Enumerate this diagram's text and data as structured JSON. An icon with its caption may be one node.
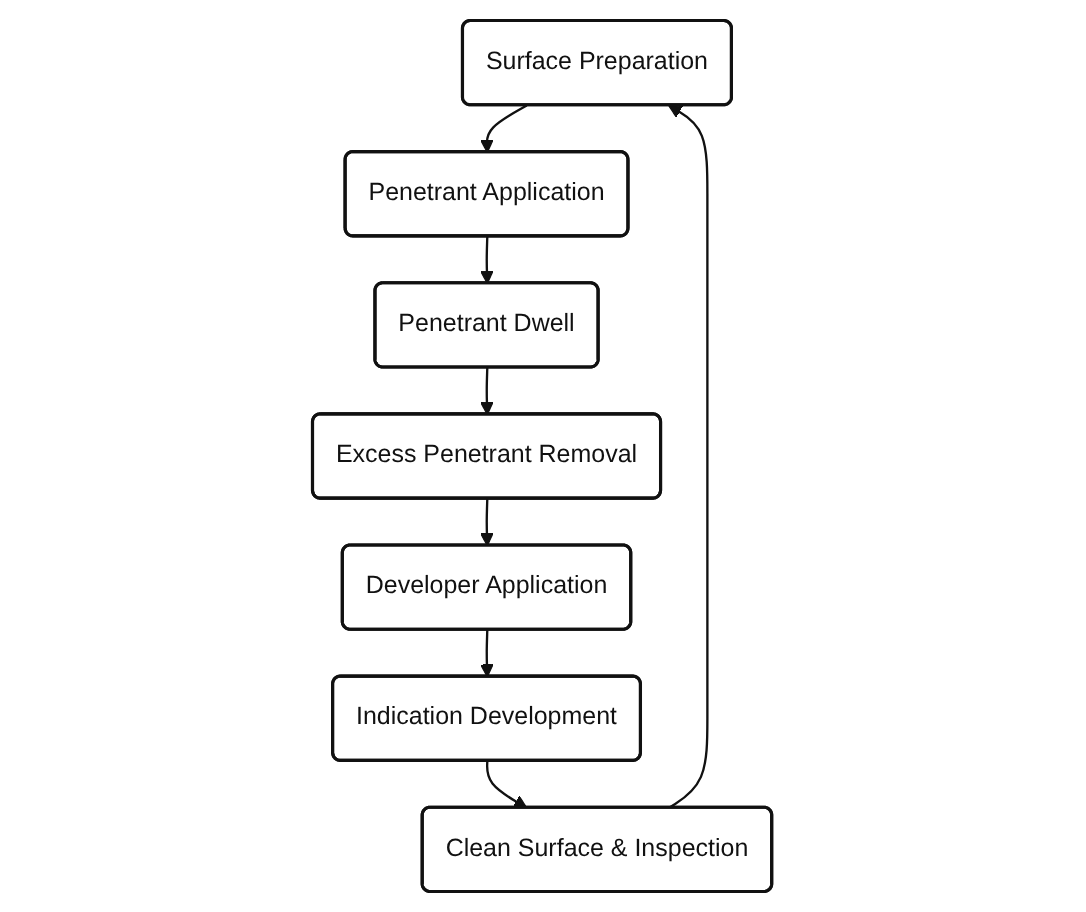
{
  "diagram": {
    "nodes": [
      {
        "text": [
          "Surface Preparation"
        ]
      },
      {
        "text": [
          "Penetrant Application"
        ]
      },
      {
        "text": [
          "Penetrant Dwell"
        ]
      },
      {
        "text": [
          "Excess Penetrant Removal"
        ]
      },
      {
        "text": [
          "Developer Application"
        ]
      },
      {
        "text": [
          "Indication Development"
        ]
      },
      {
        "text": [
          "Clean Surface & Inspection"
        ]
      }
    ],
    "edges": [
      {
        "from": 0,
        "to": 1,
        "arrow": "to"
      },
      {
        "from": 1,
        "to": 2,
        "arrow": "to"
      },
      {
        "from": 2,
        "to": 3,
        "arrow": "to"
      },
      {
        "from": 3,
        "to": 4,
        "arrow": "to"
      },
      {
        "from": 4,
        "to": 5,
        "arrow": "to"
      },
      {
        "from": 5,
        "to": 6,
        "arrow": "to"
      },
      {
        "from": 6,
        "to": 0,
        "arrow": "to"
      }
    ]
  }
}
